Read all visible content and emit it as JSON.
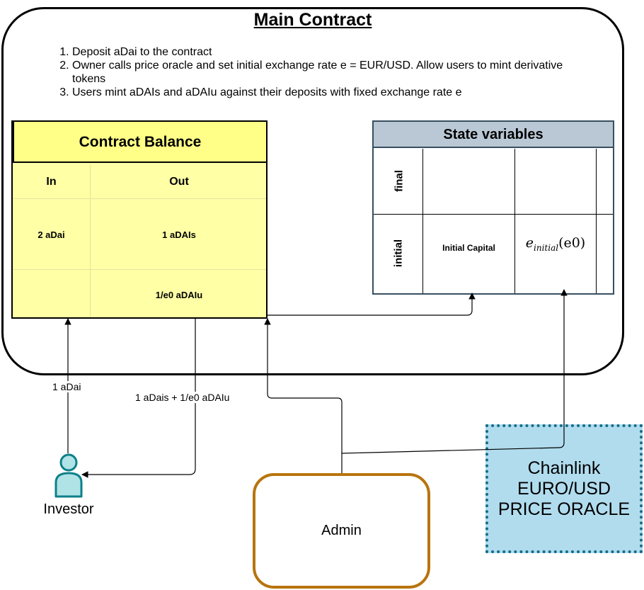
{
  "main_contract": {
    "title": "Main Contract",
    "steps": [
      "Deposit aDai to the contract",
      "Owner calls price oracle and set initial exchange rate e = EUR/USD. Allow users to mint derivative tokens",
      "Users mint aDAIs and aDAIu against their deposits with fixed exchange rate e"
    ]
  },
  "contract_balance": {
    "title": "Contract Balance",
    "headers": {
      "in": "In",
      "out": "Out"
    },
    "rows": [
      {
        "in": "2 aDai",
        "out": "1 aDAIs"
      },
      {
        "in": "",
        "out": "1/e0 aDAIu"
      }
    ]
  },
  "state_variables": {
    "title": "State variables",
    "row_final": "final",
    "row_initial": "initial",
    "initial_capital": "Initial Capital",
    "formula": {
      "base": "e",
      "subscript": "initial",
      "arg": "(e0)"
    }
  },
  "flows": {
    "deposit": "1 aDai",
    "mint": "1 aDais + 1/e0 aDAIu"
  },
  "actors": {
    "investor": "Investor",
    "admin": "Admin",
    "oracle_lines": [
      "Chainlink",
      "EURO/USD",
      "PRICE ORACLE"
    ]
  },
  "colors": {
    "balance_fill": "#ffffa6",
    "balance_header": "#ffff88",
    "state_header": "#b9c8d4",
    "state_border": "#384f60",
    "investor_fill": "#b0e3e6",
    "investor_stroke": "#0e8088",
    "admin_border": "#b8740e",
    "oracle_fill": "#b0dcee",
    "oracle_border": "#166c86"
  },
  "icons": {
    "investor": "person-icon"
  }
}
